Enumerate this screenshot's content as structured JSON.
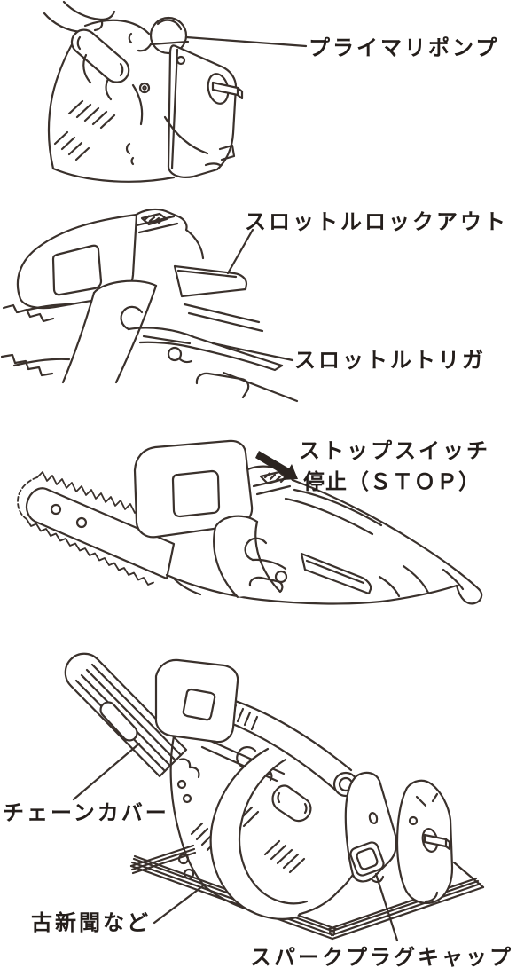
{
  "colors": {
    "background": "#ffffff",
    "line_art": "#3a312c",
    "text": "#241e1b",
    "arrow_fill": "#2b2420"
  },
  "figure1": {
    "label_primer_pump": "プライマリポンプ"
  },
  "figure2": {
    "label_throttle_lockout": "スロットルロックアウト",
    "label_throttle_trigger": "スロットルトリガ"
  },
  "figure3": {
    "label_stop_switch": "ストップスイッチ",
    "label_stop": "停止（ＳＴＯＰ）",
    "stop_arrow_icon": "filled-arrow-down-right"
  },
  "figure4": {
    "label_chain_cover": "チェーンカバー",
    "label_newspaper": "古新聞など",
    "label_spark_plug_cap": "スパークプラグキャップ"
  }
}
